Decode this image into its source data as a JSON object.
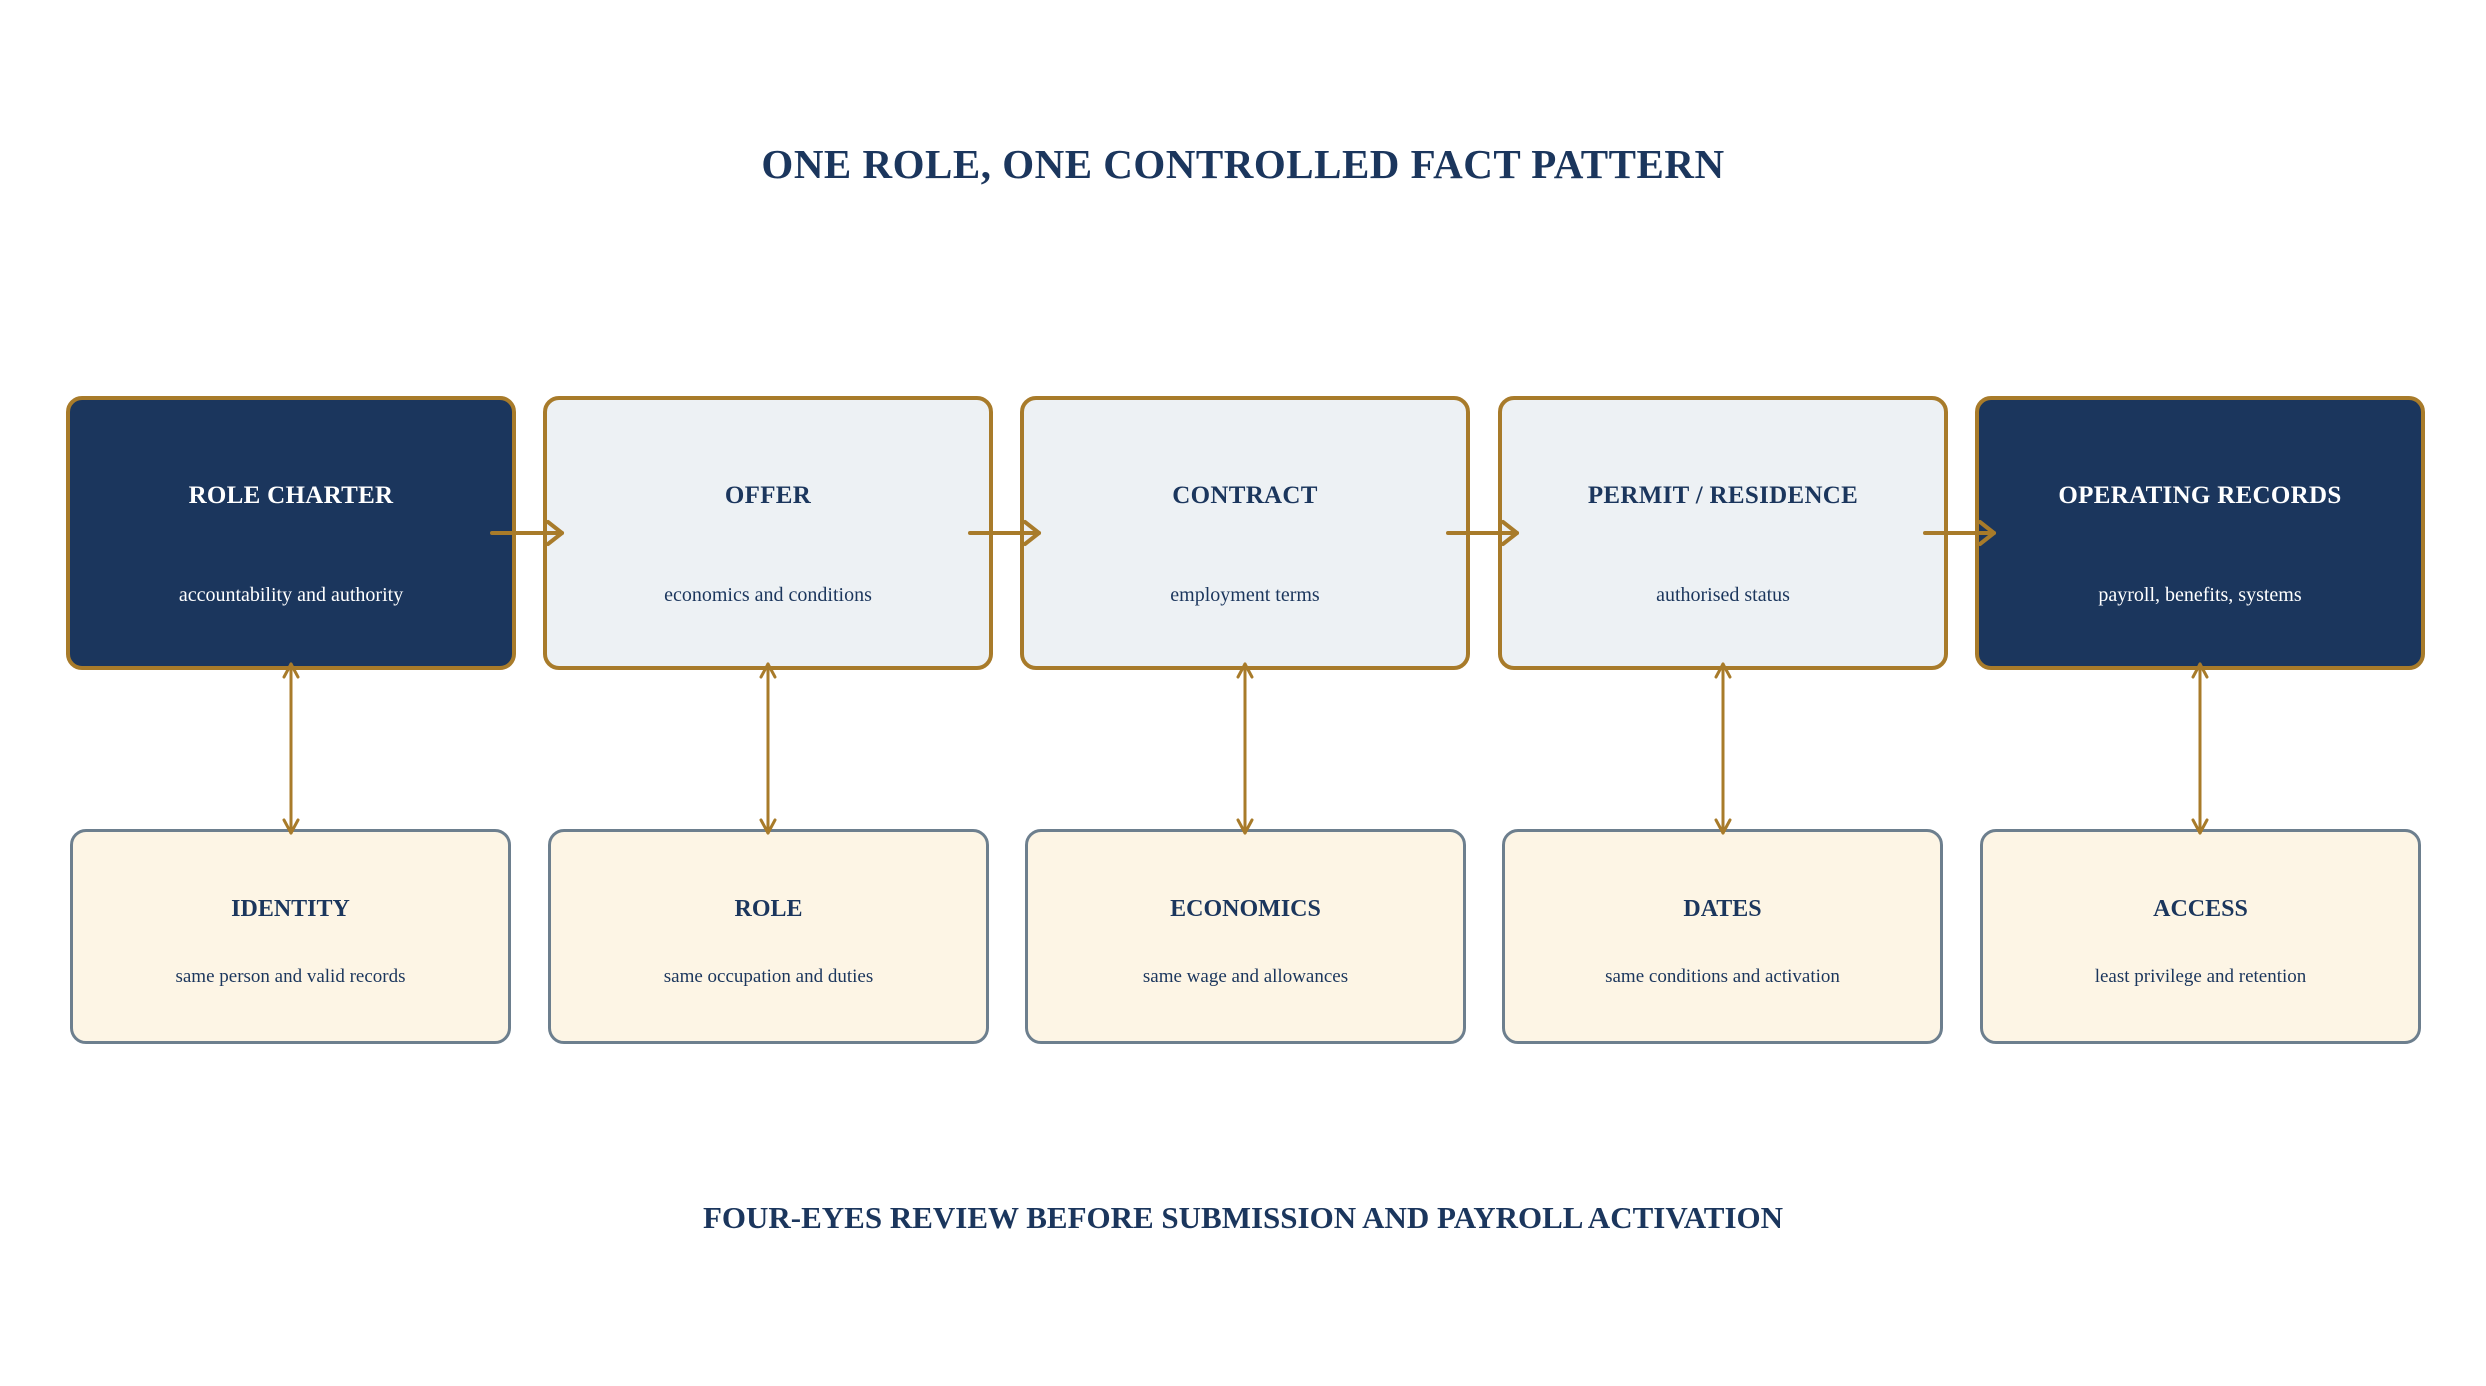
{
  "title": "ONE ROLE, ONE CONTROLLED FACT PATTERN",
  "stages": [
    {
      "label": "ROLE CHARTER",
      "sub": "accountability and authority",
      "style": "dark"
    },
    {
      "label": "OFFER",
      "sub": "economics and conditions",
      "style": "light"
    },
    {
      "label": "CONTRACT",
      "sub": "employment terms",
      "style": "light"
    },
    {
      "label": "PERMIT / RESIDENCE",
      "sub": "authorised status",
      "style": "light"
    },
    {
      "label": "OPERATING RECORDS",
      "sub": "payroll, benefits, systems",
      "style": "dark"
    }
  ],
  "checks": [
    {
      "label": "IDENTITY",
      "sub": "same person and valid records"
    },
    {
      "label": "ROLE",
      "sub": "same occupation and duties"
    },
    {
      "label": "ECONOMICS",
      "sub": "same wage and allowances"
    },
    {
      "label": "DATES",
      "sub": "same conditions and activation"
    },
    {
      "label": "ACCESS",
      "sub": "least privilege and retention"
    }
  ],
  "footer": "FOUR-EYES REVIEW BEFORE SUBMISSION AND PAYROLL ACTIVATION",
  "colors": {
    "navy": "#1b365d",
    "gold": "#a87b2a",
    "light_panel": "#edf1f4",
    "cream": "#fdf5e5",
    "slate_border": "#6d7f8e"
  }
}
